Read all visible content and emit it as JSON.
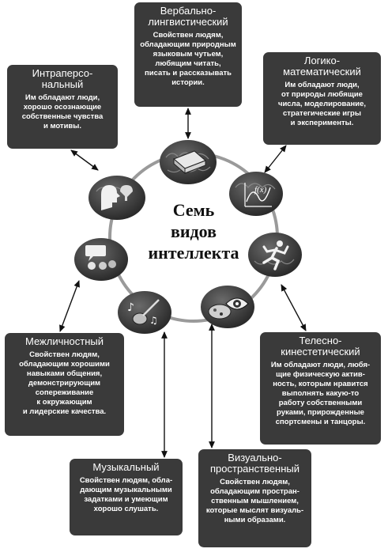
{
  "center_title": "Семь\nвидов\nинтеллекта",
  "types": {
    "verbal": {
      "title": "Вербально-\nлингвистический",
      "desc": "Свойствен людям,\nобладающим природным\nязыковым чутьем,\nлюбящим читать,\nписать и рассказывать\nистории."
    },
    "logic": {
      "title": "Логико-\nматематический",
      "desc": "Им обладают люди,\nот природы любящие\nчисла, моделирование,\nстратегические игры\nи эксперименты."
    },
    "intra": {
      "title": "Интраперсо-\nнальный",
      "desc": "Им обладают люди,\nхорошо осознающие\nсобственные чувства\nи мотивы."
    },
    "inter": {
      "title": "Межличностный",
      "desc": "Свойствен людям,\nобладающим хорошими\nнавыками общения,\nдемонстрирующим\nсопереживание\nк окружающим\nи лидерские качества."
    },
    "body": {
      "title": "Телесно-\nкинестетический",
      "desc": "Им обладают люди, любя-\nщие физическую актив-\nность, которым нравится\nвыполнять какую-то\nработу собственными\nруками, прирожденные\nспортсмены и танцоры."
    },
    "music": {
      "title": "Музыкальный",
      "desc": "Свойствен людям, обла-\nдающим музыкальными\nзадатками и умеющим\nхорошо слушать."
    },
    "visual": {
      "title": "Визуально-\nпространственный",
      "desc": "Свойствен людям,\nобладающим простран-\nственным мышлением,\nкоторые мыслят визуаль-\nными образами."
    }
  },
  "icons": {
    "verbal": "book-icon",
    "logic": "function-graph-icon",
    "intra": "head-profile-icon",
    "inter": "speech-bubble-icon",
    "body": "runner-icon",
    "music": "music-instruments-icon",
    "visual": "eye-palette-icon"
  },
  "colors": {
    "box": "#3a3a3a",
    "brain": "#3c3c3c",
    "ring": "#9a9a9a"
  }
}
